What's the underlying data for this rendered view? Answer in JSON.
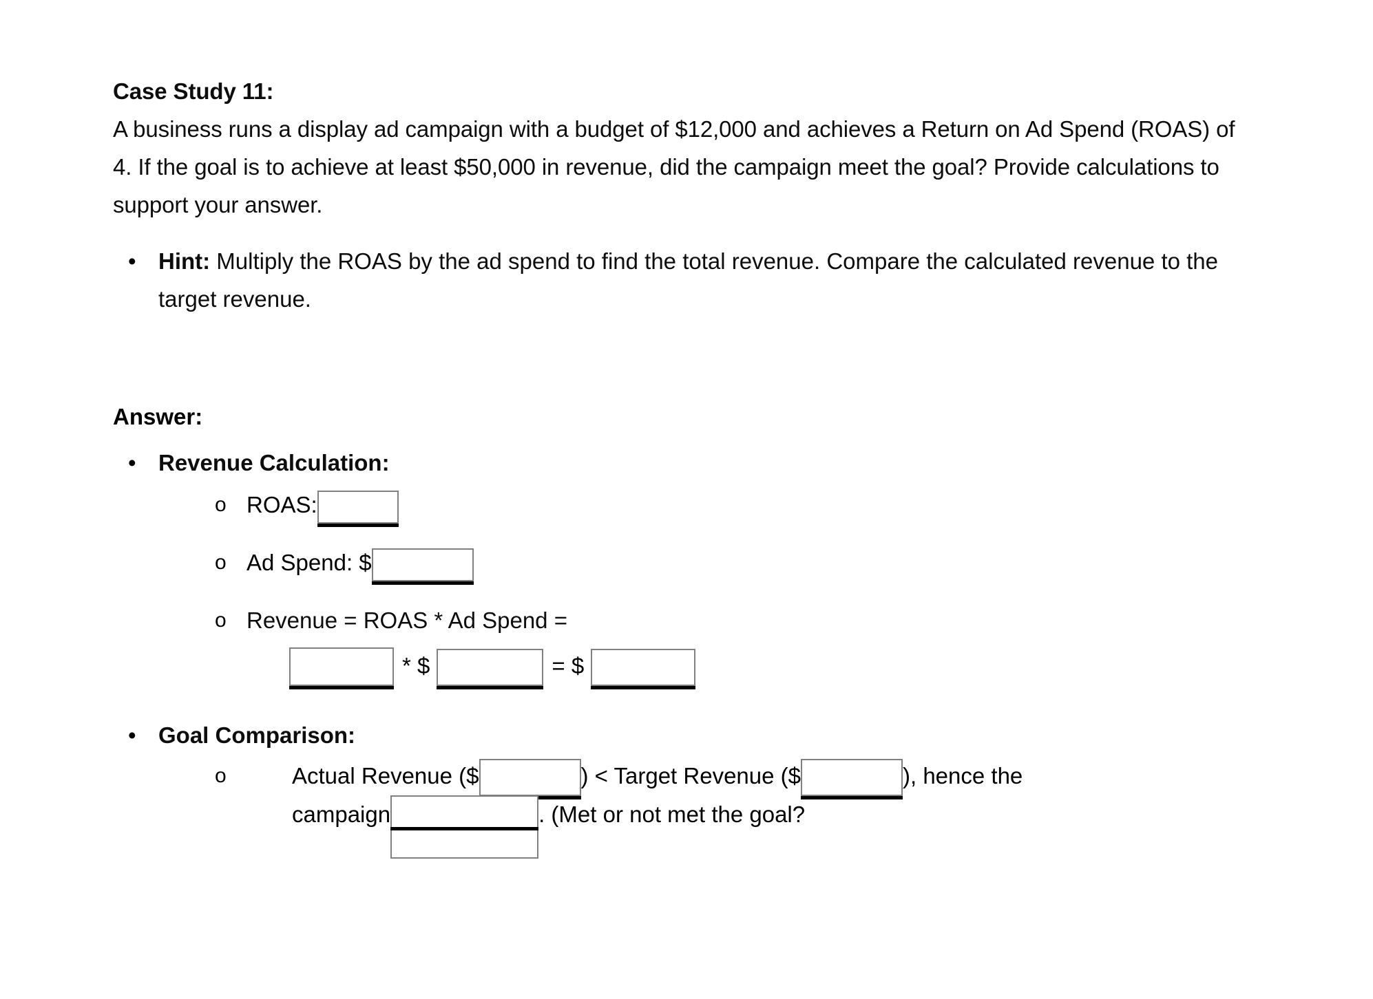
{
  "document": {
    "title": "Case Study 11:",
    "intro_paragraph": "A business runs a display ad campaign with a budget of $12,000 and achieves a Return on Ad Spend (ROAS) of 4. If the goal is to achieve at least $50,000 in revenue, did the campaign meet the goal? Provide calculations to support your answer.",
    "hint": {
      "label": "Hint:",
      "text": " Multiply the ROAS by the ad spend to find the total revenue. Compare the calculated revenue to the target revenue."
    },
    "answer_label": "Answer:",
    "sections": [
      {
        "heading": "Revenue Calculation:",
        "items": [
          {
            "label": "ROAS:",
            "field_value": ""
          },
          {
            "label": "Ad Spend: $",
            "field_value": ""
          },
          {
            "label": "Revenue = ROAS * Ad Spend =",
            "field_value": ""
          }
        ],
        "formula": {
          "roas_value": "",
          "operator": "* $",
          "adspend_value": "",
          "equals": "= $",
          "result_value": ""
        }
      },
      {
        "heading": "Goal Comparison:",
        "items": [
          {
            "prefix": "Actual Revenue ($",
            "actual_value": "",
            "middle": ") < Target Revenue ($",
            "target_value": "",
            "suffix": "), hence the",
            "line2_prefix": "campaign",
            "met_value": "",
            "line2_suffix": ". (Met or not met the goal?"
          }
        ]
      }
    ],
    "markers": {
      "disc": "•",
      "circle": "o"
    },
    "colors": {
      "text": "#0d0d0d",
      "field_border": "#808080",
      "field_rule": "#000000",
      "page_background": "#ffffff"
    }
  }
}
